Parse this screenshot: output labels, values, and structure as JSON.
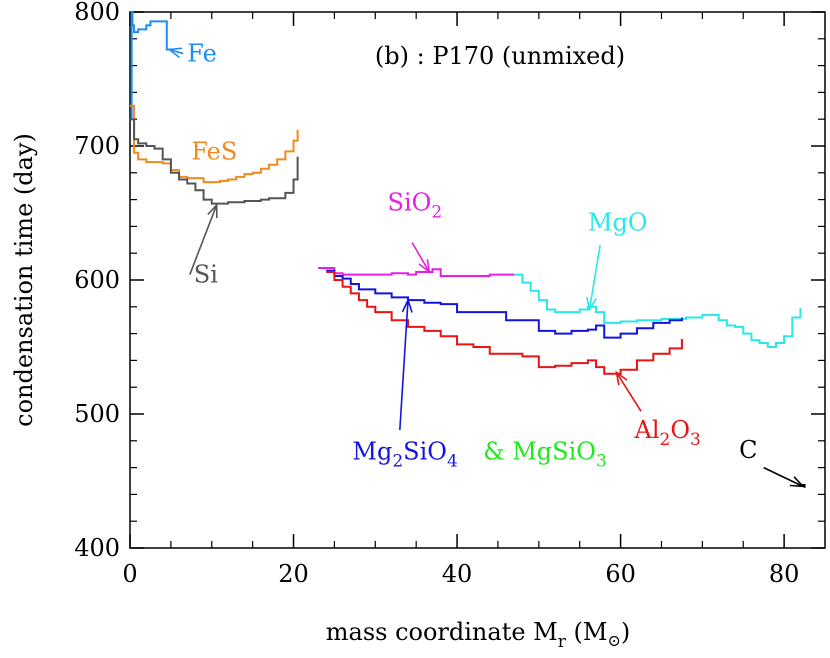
{
  "chart_data": {
    "type": "line",
    "title": "(b) : P170 (unmixed)",
    "xlabel": "mass coordinate M",
    "xlabel_sub": "r",
    "xlabel_unit_open": " (M",
    "xlabel_unit_close": ")",
    "ylabel": "condensation time (day)",
    "xlim": [
      0,
      85
    ],
    "ylim": [
      400,
      800
    ],
    "xticks": [
      0,
      20,
      40,
      60,
      80
    ],
    "yticks": [
      400,
      500,
      600,
      700,
      800
    ],
    "xtick_labels": [
      "0",
      "20",
      "40",
      "60",
      "80"
    ],
    "ytick_labels": [
      "400",
      "500",
      "600",
      "700",
      "800"
    ],
    "grid": false,
    "series": [
      {
        "name": "Fe",
        "color": "#1e8cf0",
        "x": [
          0.1,
          0.2,
          0.3,
          0.5,
          1.0,
          1.5,
          2.0,
          2.5,
          3.0,
          3.5,
          4.0,
          4.5,
          5.0
        ],
        "y": [
          720,
          800,
          790,
          785,
          787,
          787,
          790,
          793,
          793,
          793,
          793,
          772,
          772
        ]
      },
      {
        "name": "FeS",
        "color": "#f08a1e",
        "x": [
          0,
          0.5,
          1,
          2,
          3,
          4,
          5,
          6,
          7,
          8,
          9,
          10,
          11,
          12,
          13,
          14,
          15,
          16,
          17,
          18,
          19,
          20,
          20.5
        ],
        "y": [
          730,
          695,
          690,
          688,
          688,
          687,
          682,
          677,
          676,
          676,
          673,
          673,
          674,
          675,
          677,
          679,
          680,
          683,
          686,
          690,
          696,
          704,
          712
        ]
      },
      {
        "name": "Si",
        "color": "#555555",
        "x": [
          0,
          0.5,
          1,
          2,
          3,
          4,
          5,
          6,
          7,
          8,
          9,
          10,
          11,
          12,
          13,
          14,
          15,
          16,
          17,
          18,
          19,
          20,
          20.5
        ],
        "y": [
          720,
          705,
          702,
          700,
          698,
          690,
          680,
          675,
          672,
          667,
          660,
          657,
          657,
          658,
          658,
          659,
          659,
          660,
          661,
          661,
          665,
          675,
          692
        ]
      },
      {
        "name": "SiO2",
        "color": "#e81ee8",
        "x": [
          23,
          24,
          25,
          26,
          28,
          30,
          32,
          34,
          35,
          36,
          37,
          38,
          40,
          42,
          44,
          46,
          47
        ],
        "y": [
          609,
          609,
          605,
          604,
          604,
          604,
          605,
          604,
          606,
          606,
          608,
          603,
          603,
          603,
          604,
          604,
          604
        ]
      },
      {
        "name": "MgO",
        "color": "#28e8e8",
        "x": [
          47,
          48,
          49,
          50,
          51,
          52,
          54,
          55,
          56,
          57,
          58,
          60,
          62,
          65,
          68,
          70,
          71,
          72,
          73,
          74,
          75,
          76,
          77,
          78,
          79,
          80,
          81,
          82
        ],
        "y": [
          604,
          598,
          592,
          585,
          578,
          576,
          576,
          578,
          580,
          576,
          568,
          569,
          570,
          571,
          572,
          574,
          574,
          570,
          566,
          565,
          560,
          555,
          553,
          550,
          553,
          558,
          572,
          579
        ]
      },
      {
        "name": "Mg2SiO4",
        "color": "#1414e0",
        "x": [
          24,
          25,
          26,
          27,
          28,
          30,
          32,
          34,
          36,
          38,
          40,
          42,
          44,
          46,
          48,
          50,
          52,
          54,
          56,
          57,
          58,
          60,
          62,
          64,
          66,
          67.5
        ],
        "y": [
          607,
          603,
          601,
          597,
          593,
          590,
          587,
          585,
          583,
          582,
          576,
          576,
          576,
          570,
          570,
          562,
          560,
          562,
          563,
          566,
          557,
          560,
          564,
          568,
          570,
          572
        ]
      },
      {
        "name": "Al2O3",
        "color": "#e81414",
        "x": [
          24,
          25,
          26,
          27,
          28,
          29,
          30,
          32,
          34,
          36,
          38,
          40,
          42,
          44,
          46,
          48,
          50,
          52,
          54,
          56,
          57,
          58,
          60,
          62,
          64,
          66,
          67.5
        ],
        "y": [
          606,
          600,
          595,
          590,
          585,
          580,
          576,
          570,
          565,
          562,
          558,
          552,
          550,
          545,
          545,
          543,
          535,
          536,
          538,
          540,
          535,
          530,
          533,
          540,
          545,
          549,
          556
        ]
      },
      {
        "name": "C",
        "color": "#000000",
        "x": [
          82,
          82.5
        ],
        "y": [
          447,
          445
        ]
      }
    ],
    "annotations": [
      {
        "text": "Fe",
        "color": "#1e8cf0",
        "tx": 7.0,
        "ty": 763,
        "ax": 4.8,
        "ay": 772,
        "sub": ""
      },
      {
        "text": "FeS",
        "color": "#f08a1e",
        "tx": 7.5,
        "ty": 690,
        "ax": 0,
        "ay": 0,
        "sub": ""
      },
      {
        "text": "Si",
        "color": "#555555",
        "tx": 7.8,
        "ty": 598,
        "ax": 10.6,
        "ay": 656,
        "sub": ""
      },
      {
        "text": "SiO",
        "sub": "2",
        "color": "#e81ee8",
        "tx": 31.5,
        "ty": 652,
        "ax": 36.6,
        "ay": 606,
        "tail_x": 34.5,
        "tail_y": 628
      },
      {
        "text": "MgO",
        "color": "#28e8e8",
        "tx": 56.0,
        "ty": 637,
        "ax": 56.2,
        "ay": 578,
        "tail_x": 57.5,
        "tail_y": 626
      },
      {
        "text": "Mg",
        "sub": "2",
        "text2": "SiO",
        "sub2": "4",
        "color": "#1414e0",
        "tx": 27.2,
        "ty": 466,
        "ax": 34.0,
        "ay": 585,
        "tail_x": 33.0,
        "tail_y": 488
      },
      {
        "text": "& MgSiO",
        "sub": "3",
        "color": "#1ee81e",
        "tx": 43.2,
        "ty": 466,
        "ax": 0,
        "ay": 0
      },
      {
        "text": "Al",
        "sub": "2",
        "text2": "O",
        "sub2": "3",
        "color": "#e81414",
        "tx": 61.7,
        "ty": 482,
        "ax": 59.5,
        "ay": 531,
        "tail_x": 62.5,
        "tail_y": 502
      },
      {
        "text": "C",
        "color": "#000000",
        "tx": 74.5,
        "ty": 467,
        "ax": 82.3,
        "ay": 446,
        "tail_x": 77.5,
        "tail_y": 460
      }
    ]
  }
}
